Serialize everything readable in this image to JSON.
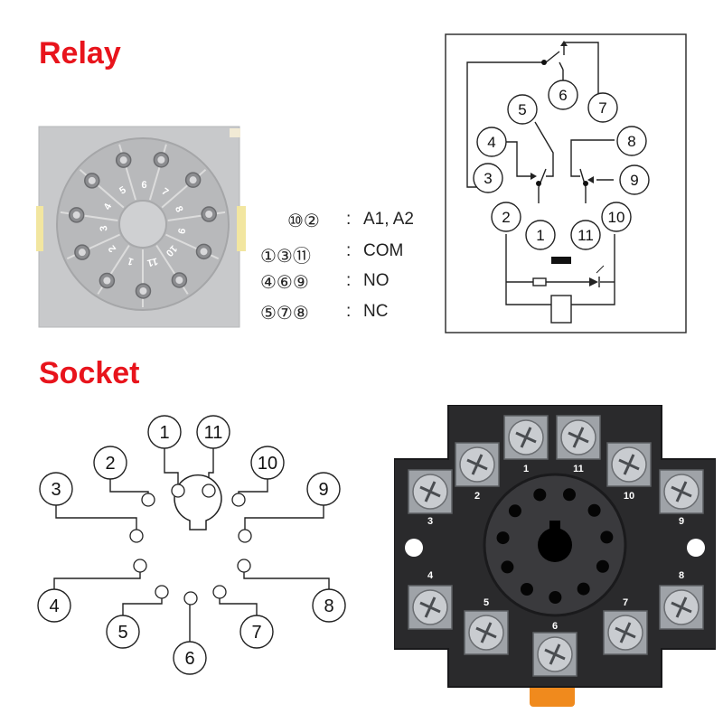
{
  "headings": {
    "relay": "Relay",
    "socket": "Socket"
  },
  "colors": {
    "heading": "#e8141c",
    "line": "#222222",
    "relay_body": "#c8c9cb",
    "socket_body": "#2a2a2c"
  },
  "relay_photo": {
    "pin_labels": [
      "1",
      "2",
      "3",
      "4",
      "5",
      "6",
      "7",
      "8",
      "9",
      "10",
      "11"
    ]
  },
  "legend": [
    {
      "pins": "⑩②",
      "sep": ":",
      "desc": "A1, A2"
    },
    {
      "pins": "①③⑪",
      "sep": ":",
      "desc": "COM"
    },
    {
      "pins": "④⑥⑨",
      "sep": ":",
      "desc": "NO"
    },
    {
      "pins": "⑤⑦⑧",
      "sep": ":",
      "desc": "NC"
    }
  ],
  "relay_schematic": {
    "pins": [
      "1",
      "2",
      "3",
      "4",
      "5",
      "6",
      "7",
      "8",
      "9",
      "10",
      "11"
    ]
  },
  "socket_diagram": {
    "pins": [
      "1",
      "2",
      "3",
      "4",
      "5",
      "6",
      "7",
      "8",
      "9",
      "10",
      "11"
    ]
  },
  "socket_photo": {
    "terminal_labels": [
      "1",
      "2",
      "3",
      "4",
      "5",
      "6",
      "7",
      "8",
      "9",
      "10",
      "11"
    ]
  }
}
